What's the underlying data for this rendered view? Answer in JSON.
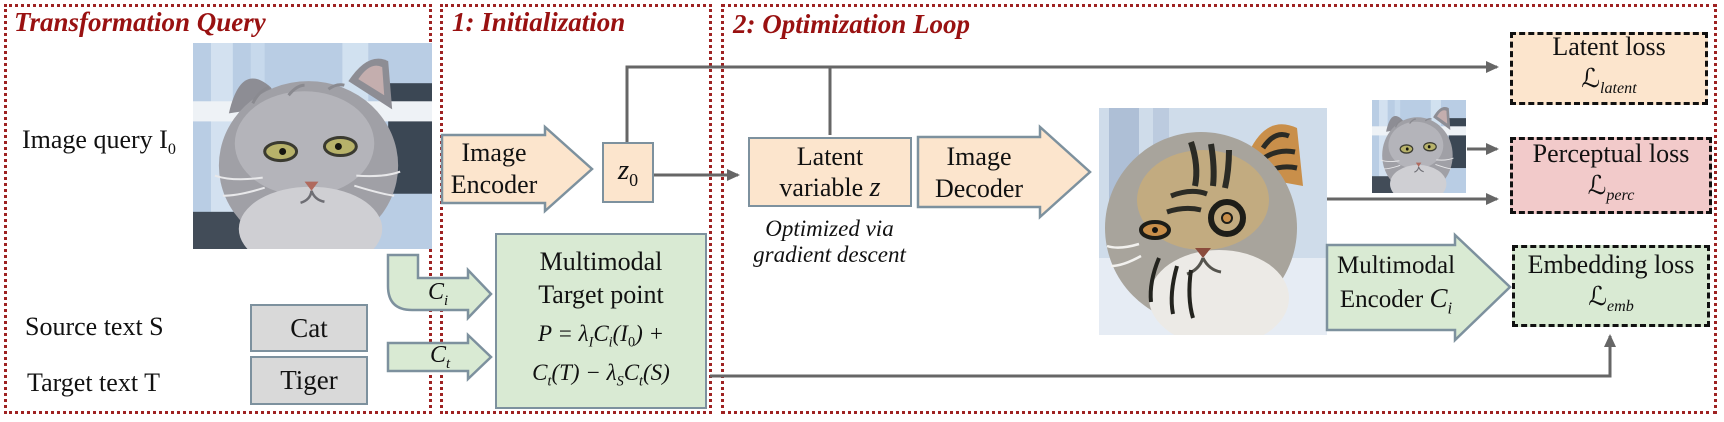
{
  "panels": {
    "query": {
      "title": "Transformation Query"
    },
    "init": {
      "title": "1: Initialization"
    },
    "loop": {
      "title": "2: Optimization Loop"
    }
  },
  "query_panel": {
    "image_query_label": "Image query I",
    "image_query_sub": "0",
    "source_label": "Source text S",
    "target_label": "Target text T",
    "source_value": "Cat",
    "target_value": "Tiger"
  },
  "connectors": {
    "ci": {
      "main": "C",
      "sub": "i"
    },
    "ct": {
      "main": "C",
      "sub": "t"
    }
  },
  "init_panel": {
    "image_encoder": {
      "line1": "Image",
      "line2": "Encoder"
    },
    "z0": {
      "main": "z",
      "sub": "0"
    },
    "target_box": {
      "line1": "Multimodal",
      "line2": "Target point",
      "f1": [
        "P = λ",
        "I",
        "C",
        "i",
        "(I",
        "0",
        ") +"
      ],
      "f2": [
        "C",
        "t",
        "(T) − λ",
        "S",
        "C",
        "t",
        "(S)"
      ]
    }
  },
  "loop_panel": {
    "latent_box": {
      "line1": "Latent",
      "line2": "variable ",
      "var": "z"
    },
    "optimized_note": {
      "line1": "Optimized via",
      "line2": "gradient descent"
    },
    "image_decoder": {
      "line1": "Image",
      "line2": "Decoder"
    },
    "mm_encoder": {
      "line1": "Multimodal",
      "line2": "Encoder ",
      "var": "C",
      "var_sub": "i"
    }
  },
  "losses": {
    "latent": {
      "title": "Latent loss",
      "symbol": "ℒ",
      "sub": "latent"
    },
    "perceptual": {
      "title": "Perceptual loss",
      "symbol": "ℒ",
      "sub": "perc"
    },
    "embedding": {
      "title": "Embedding loss",
      "symbol": "ℒ",
      "sub": "emb"
    }
  },
  "colors": {
    "panel_border": "#9e2222",
    "title_red": "#991111",
    "peach": "#fce5cd",
    "green": "#d9ead3",
    "pink": "#f2caca",
    "gray_box": "#d9d9d9",
    "shape_border": "#7d919e",
    "line_gray": "#666666"
  }
}
